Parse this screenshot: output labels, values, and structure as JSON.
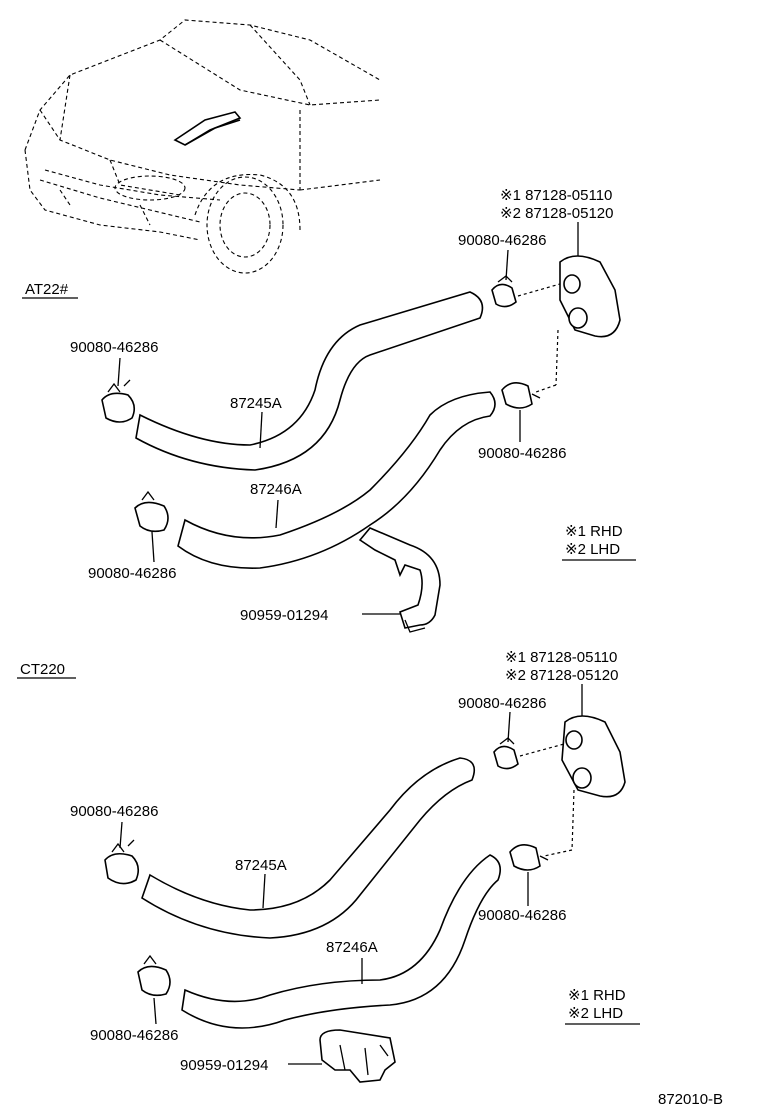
{
  "sections": [
    {
      "heading": "AT22#",
      "labels": {
        "grommet_line1": "※1 87128-05110",
        "grommet_line2": "※2 87128-05120",
        "clamp_upper_right": "90080-46286",
        "clamp_upper_left": "90080-46286",
        "hose_upper": "87245A",
        "clamp_lower_right": "90080-46286",
        "hose_lower": "87246A",
        "clamp_lower_left": "90080-46286",
        "note_line1": "※1 RHD",
        "note_line2": "※2 LHD",
        "bracket": "90959-01294"
      }
    },
    {
      "heading": "CT220",
      "labels": {
        "grommet_line1": "※1 87128-05110",
        "grommet_line2": "※2 87128-05120",
        "clamp_upper_right": "90080-46286",
        "clamp_upper_left": "90080-46286",
        "hose_upper": "87245A",
        "clamp_lower_right": "90080-46286",
        "hose_lower": "87246A",
        "clamp_lower_left": "90080-46286",
        "note_line1": "※1 RHD",
        "note_line2": "※2 LHD",
        "bracket": "90959-01294"
      }
    }
  ],
  "figure_code": "872010-B"
}
